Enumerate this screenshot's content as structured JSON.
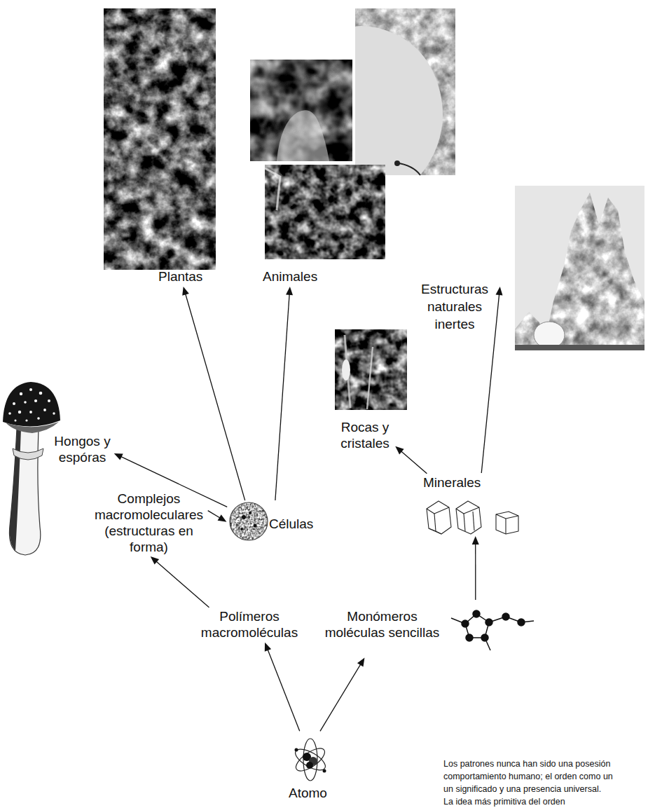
{
  "diagram": {
    "nodes": [
      {
        "text": [
          "Plantas"
        ]
      },
      {
        "text": [
          "Animales"
        ]
      },
      {
        "text": [
          "Estructuras naturales inertes"
        ]
      },
      {
        "text": [
          "Rocas y cristales"
        ]
      },
      {
        "text": [
          "Minerales"
        ]
      },
      {
        "text": [
          "Hongos y espóras"
        ]
      },
      {
        "text": [
          "Células"
        ]
      },
      {
        "text": [
          "Complejos macromoleculares (estructuras en forma)"
        ]
      },
      {
        "text": [
          "Polímeros macromoléculas"
        ]
      },
      {
        "text": [
          "Monómeros moléculas sencillas"
        ]
      },
      {
        "text": [
          "Atomo"
        ]
      }
    ],
    "edges": [
      {
        "from": 10,
        "to": 8,
        "arrow": "to"
      },
      {
        "from": 10,
        "to": 9,
        "arrow": "to"
      },
      {
        "from": 8,
        "to": 7,
        "arrow": "to"
      },
      {
        "from": 7,
        "to": 6,
        "arrow": "to"
      },
      {
        "from": 6,
        "to": 5,
        "arrow": "to"
      },
      {
        "from": 6,
        "to": 0,
        "arrow": "to"
      },
      {
        "from": 6,
        "to": 1,
        "arrow": "to"
      },
      {
        "from": 9,
        "to": 4,
        "arrow": "to"
      },
      {
        "from": 4,
        "to": 3,
        "arrow": "to"
      },
      {
        "from": 4,
        "to": 2,
        "arrow": "to"
      }
    ],
    "labels": [
      "Los patrones nunca han sido una posesión",
      "comportamiento humano; el orden como un",
      "un significado y una presencia universal.",
      "La idea más primitiva del orden"
    ]
  }
}
